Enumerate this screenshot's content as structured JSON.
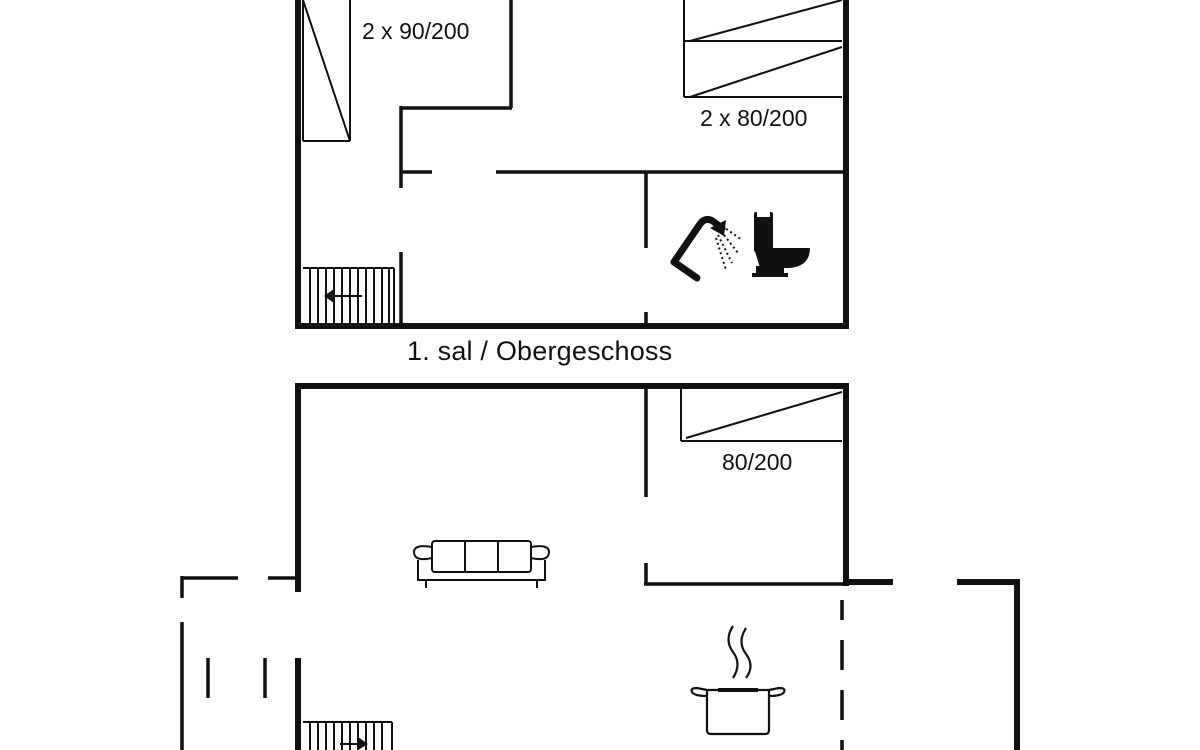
{
  "upper_floor": {
    "title": "1. sal / Obergeschoss",
    "bed_label_left": "2 x 90/200",
    "bed_label_right": "2 x 80/200",
    "icons": [
      "shower-icon",
      "toilet-icon",
      "stairs-icon"
    ]
  },
  "ground_floor": {
    "bed_label": "80/200",
    "icons": [
      "sofa-icon",
      "cooking-pot-icon",
      "stairs-icon"
    ]
  },
  "colors": {
    "wall": "#111111",
    "background": "#ffffff"
  }
}
